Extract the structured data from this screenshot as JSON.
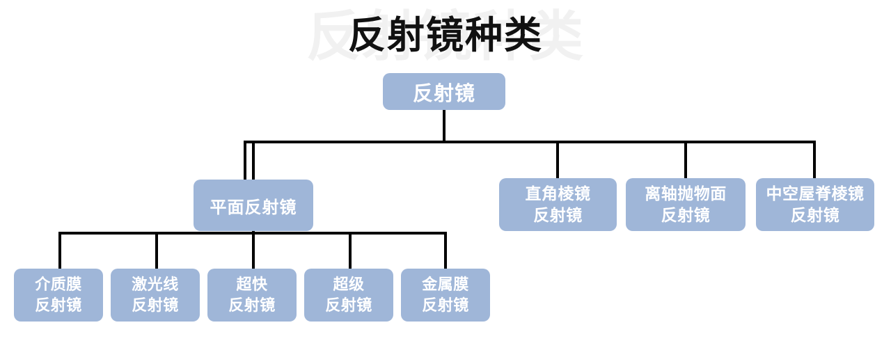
{
  "title": {
    "text": "反射镜种类",
    "watermark": "反射镜种类"
  },
  "colors": {
    "node_fill": "#9fb6d8",
    "node_text": "#ffffff",
    "connector": "#000000",
    "title_text": "#111111",
    "watermark_text": "#f1f1f1",
    "background": "#ffffff"
  },
  "tree": {
    "root": {
      "label": "反射镜"
    },
    "level1": [
      {
        "label": "平面反射镜",
        "lines": [
          "平面反射镜"
        ]
      },
      {
        "label": "直角棱镜反射镜",
        "lines": [
          "直角棱镜",
          "反射镜"
        ]
      },
      {
        "label": "离轴抛物面反射镜",
        "lines": [
          "离轴抛物面",
          "反射镜"
        ]
      },
      {
        "label": "中空屋脊棱镜反射镜",
        "lines": [
          "中空屋脊棱镜",
          "反射镜"
        ]
      }
    ],
    "level2": [
      {
        "label": "介质膜反射镜",
        "lines": [
          "介质膜",
          "反射镜"
        ]
      },
      {
        "label": "激光线反射镜",
        "lines": [
          "激光线",
          "反射镜"
        ]
      },
      {
        "label": "超快反射镜",
        "lines": [
          "超快",
          "反射镜"
        ]
      },
      {
        "label": "超级反射镜",
        "lines": [
          "超级",
          "反射镜"
        ]
      },
      {
        "label": "金属膜反射镜",
        "lines": [
          "金属膜",
          "反射镜"
        ]
      }
    ]
  }
}
